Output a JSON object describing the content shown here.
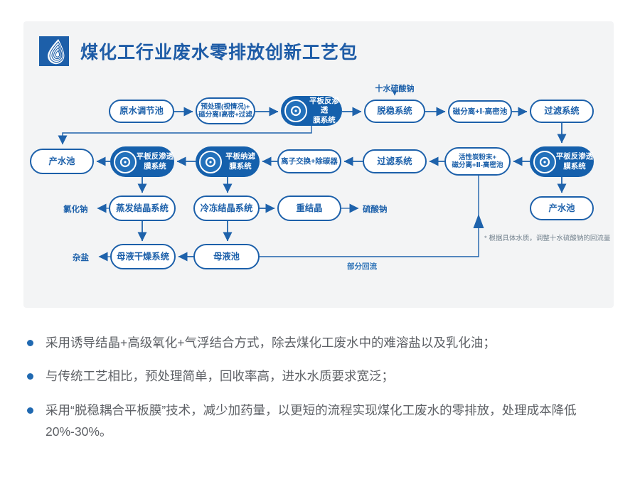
{
  "header": {
    "title": "煤化工行业废水零排放创新工艺包",
    "logo": "water-drop-logo"
  },
  "diagram": {
    "nodes": [
      {
        "label": "原水调节池"
      },
      {
        "label": "预处理(视情况)+\n磁分离Ⅰ高密+过滤"
      },
      {
        "label": "平板反渗透\n膜系统"
      },
      {
        "label": "脱稳系统"
      },
      {
        "label": "磁分离+Ⅰ-高密池"
      },
      {
        "label": "过滤系统"
      },
      {
        "label": "产水池"
      },
      {
        "label": "平板反渗透\n膜系统"
      },
      {
        "label": "平板纳滤\n膜系统"
      },
      {
        "label": "离子交换+除碳器"
      },
      {
        "label": "过滤系统"
      },
      {
        "label": "活性炭粉末+\n磁分离+Ⅱ-高密池"
      },
      {
        "label": "平板反渗透\n膜系统"
      },
      {
        "label": "蒸发结晶系统"
      },
      {
        "label": "冷冻结晶系统"
      },
      {
        "label": "重结晶"
      },
      {
        "label": "产水池"
      },
      {
        "label": "母液干燥系统"
      },
      {
        "label": "母液池"
      }
    ],
    "labels": {
      "sodium_sulfate_input": "十水硫酸钠",
      "sodium_chloride": "氯化钠",
      "sodium_sulfate": "硫酸钠",
      "mixed_salt": "杂盐",
      "partial_reflux": "部分回流",
      "note": "* 根据具体水质，调整十水硫酸钠的回流量"
    }
  },
  "bullets": [
    "采用诱导结晶+高级氧化+气浮结合方式，除去煤化工废水中的难溶盐以及乳化油；",
    "与传统工艺相比，预处理简单，回收率高，进水水质要求宽泛；",
    "采用“脱稳耦合平板膜”技术，减少加药量，以更短的流程实现煤化工废水的零排放，处理成本降低20%-30%。"
  ],
  "colors": {
    "primary_blue": "#1c60aa",
    "node_fill_blue": "#1560ac",
    "line_blue": "#1e62ab",
    "card_bg": "#f3f4f5",
    "body_text_gray": "#5e6166"
  }
}
